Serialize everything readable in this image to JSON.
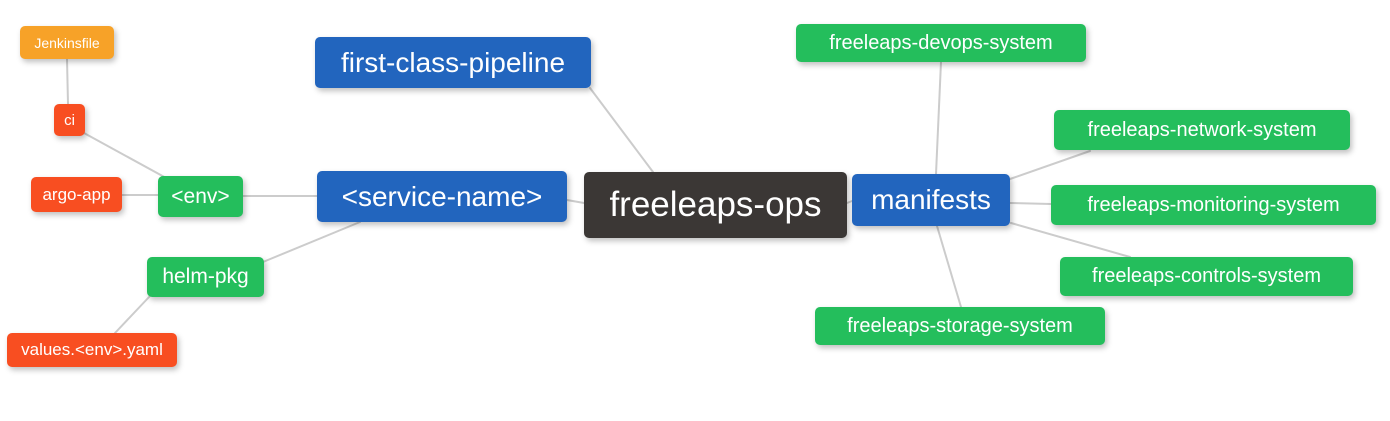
{
  "diagram": {
    "type": "mindmap",
    "root": "freeleaps-ops",
    "colors": {
      "root_bg": "#3B3735",
      "level1_bg": "#2265BE",
      "level2_bg": "#24BE5C",
      "level3_bg": "#F84E21",
      "level4_bg": "#F7A228",
      "edge": "#CCCCCC",
      "text": "#FFFFFF",
      "canvas_bg": "#FFFFFF"
    },
    "nodes": {
      "freeleaps_ops": {
        "label": "freeleaps-ops"
      },
      "first_class_pipeline": {
        "label": "first-class-pipeline"
      },
      "service_name": {
        "label": "<service-name>"
      },
      "manifests": {
        "label": "manifests"
      },
      "env": {
        "label": "<env>"
      },
      "helm_pkg": {
        "label": "helm-pkg"
      },
      "ci": {
        "label": "ci"
      },
      "argo_app": {
        "label": "argo-app"
      },
      "jenkinsfile": {
        "label": "Jenkinsfile"
      },
      "values_env_yaml": {
        "label": "values.<env>.yaml"
      },
      "devops_system": {
        "label": "freeleaps-devops-system"
      },
      "network_system": {
        "label": "freeleaps-network-system"
      },
      "monitoring_system": {
        "label": "freeleaps-monitoring-system"
      },
      "controls_system": {
        "label": "freeleaps-controls-system"
      },
      "storage_system": {
        "label": "freeleaps-storage-system"
      }
    },
    "edges": [
      {
        "from": "freeleaps_ops",
        "to": "first_class_pipeline"
      },
      {
        "from": "freeleaps_ops",
        "to": "service_name"
      },
      {
        "from": "freeleaps_ops",
        "to": "manifests"
      },
      {
        "from": "service_name",
        "to": "env"
      },
      {
        "from": "service_name",
        "to": "helm_pkg"
      },
      {
        "from": "env",
        "to": "ci"
      },
      {
        "from": "env",
        "to": "argo_app"
      },
      {
        "from": "ci",
        "to": "jenkinsfile"
      },
      {
        "from": "helm_pkg",
        "to": "values_env_yaml"
      },
      {
        "from": "manifests",
        "to": "devops_system"
      },
      {
        "from": "manifests",
        "to": "network_system"
      },
      {
        "from": "manifests",
        "to": "monitoring_system"
      },
      {
        "from": "manifests",
        "to": "controls_system"
      },
      {
        "from": "manifests",
        "to": "storage_system"
      }
    ]
  }
}
